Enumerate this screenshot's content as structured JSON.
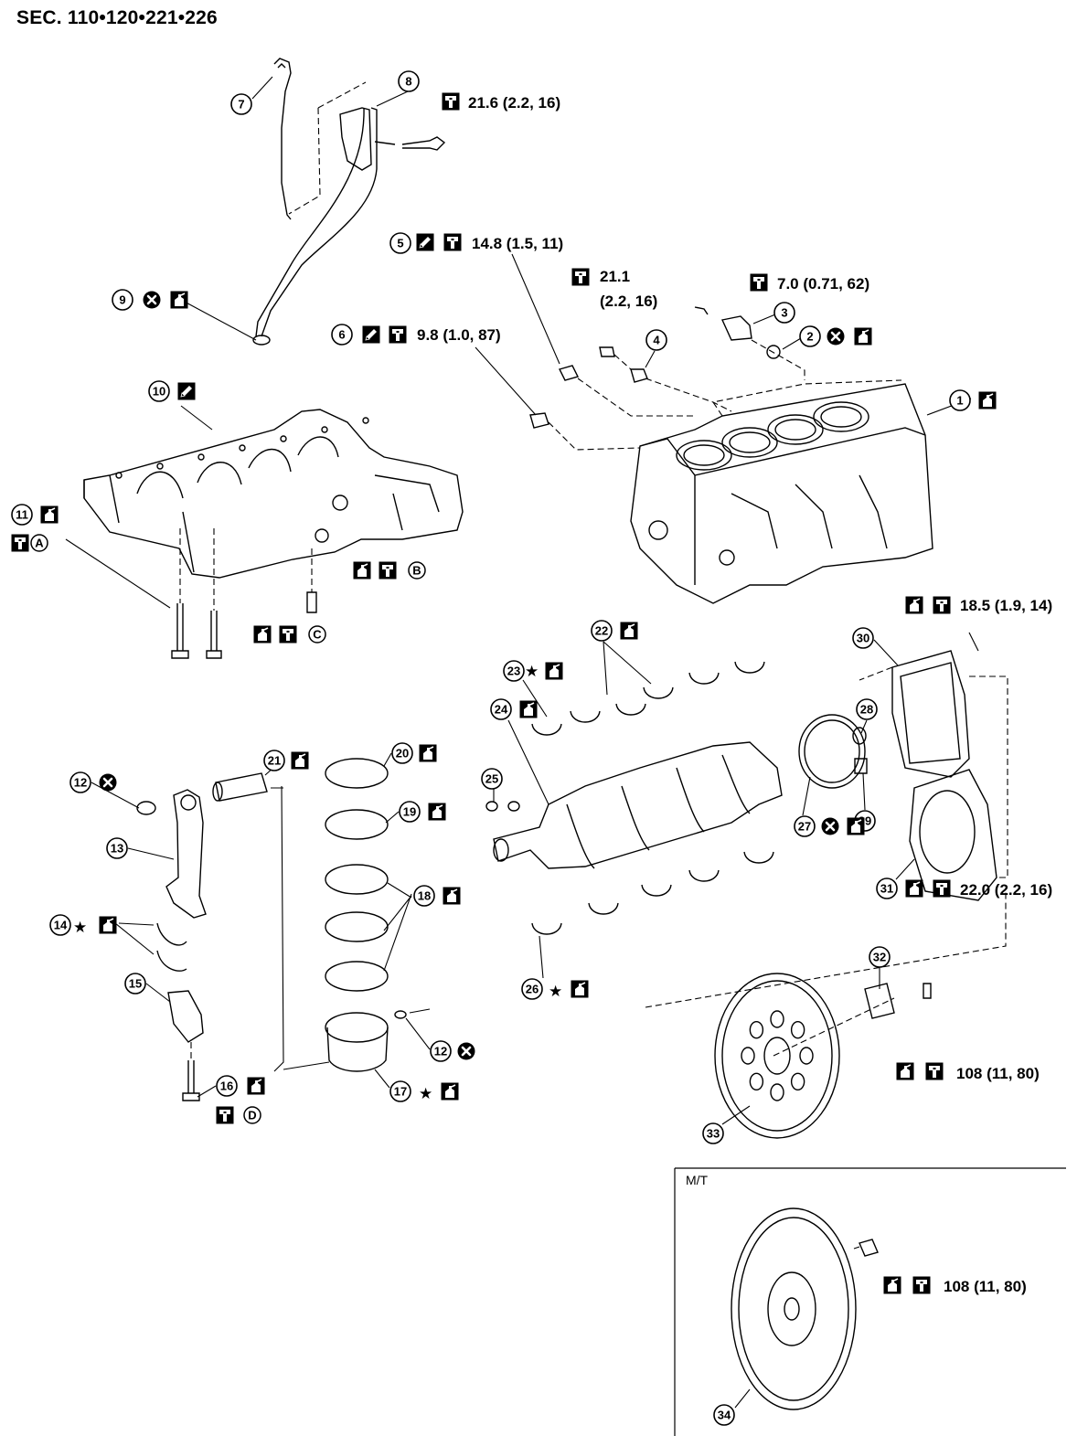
{
  "section_title": "SEC. 110•120•221•226",
  "inset_label": "M/T",
  "callouts": [
    {
      "n": "1"
    },
    {
      "n": "2"
    },
    {
      "n": "3"
    },
    {
      "n": "4"
    },
    {
      "n": "5"
    },
    {
      "n": "6"
    },
    {
      "n": "7"
    },
    {
      "n": "8"
    },
    {
      "n": "9"
    },
    {
      "n": "10"
    },
    {
      "n": "11"
    },
    {
      "n": "12"
    },
    {
      "n": "12"
    },
    {
      "n": "13"
    },
    {
      "n": "14"
    },
    {
      "n": "15"
    },
    {
      "n": "16"
    },
    {
      "n": "17"
    },
    {
      "n": "18"
    },
    {
      "n": "19"
    },
    {
      "n": "20"
    },
    {
      "n": "21"
    },
    {
      "n": "22"
    },
    {
      "n": "23"
    },
    {
      "n": "24"
    },
    {
      "n": "25"
    },
    {
      "n": "26"
    },
    {
      "n": "27"
    },
    {
      "n": "28"
    },
    {
      "n": "29"
    },
    {
      "n": "30"
    },
    {
      "n": "31"
    },
    {
      "n": "32"
    },
    {
      "n": "33"
    },
    {
      "n": "34"
    }
  ],
  "torque_specs": [
    {
      "text": "21.6 (2.2, 16)"
    },
    {
      "text": "14.8 (1.5, 11)"
    },
    {
      "text": "21.1"
    },
    {
      "text": "(2.2, 16)"
    },
    {
      "text": "7.0 (0.71, 62)"
    },
    {
      "text": "9.8 (1.0, 87)"
    },
    {
      "text": "18.5 (1.9, 14)"
    },
    {
      "text": "22.0 (2.2, 16)"
    },
    {
      "text": "108 (11, 80)"
    },
    {
      "text": "108 (11, 80)"
    }
  ],
  "letter_marks": [
    "A",
    "B",
    "C",
    "D"
  ],
  "symbols": {
    "star": "★"
  },
  "colors": {
    "ink": "#000000",
    "paper": "#ffffff"
  }
}
